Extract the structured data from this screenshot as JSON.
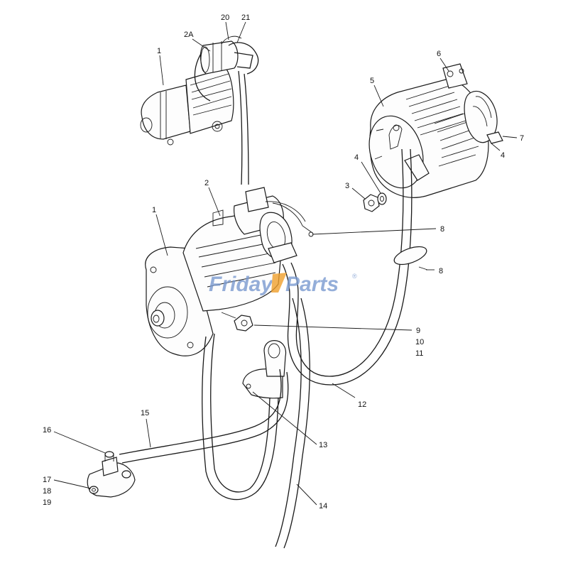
{
  "watermark": {
    "part1": "Friday",
    "part2": "Parts",
    "mark": "®",
    "color1": "#7a9ad0",
    "color2": "#f0a02c"
  },
  "labels": {
    "l20": "20",
    "l21": "21",
    "l2A": "2A",
    "l1_top": "1",
    "l6": "6",
    "l5": "5",
    "l7": "7",
    "l4_right": "4",
    "l4_left": "4",
    "l3": "3",
    "l2": "2",
    "l1": "1",
    "l8_upper": "8",
    "l8_lower": "8",
    "l9": "9",
    "l10": "10",
    "l11": "11",
    "l12": "12",
    "l13": "13",
    "l14": "14",
    "l15": "15",
    "l16": "16",
    "l17": "17",
    "l18": "18",
    "l19": "19"
  }
}
